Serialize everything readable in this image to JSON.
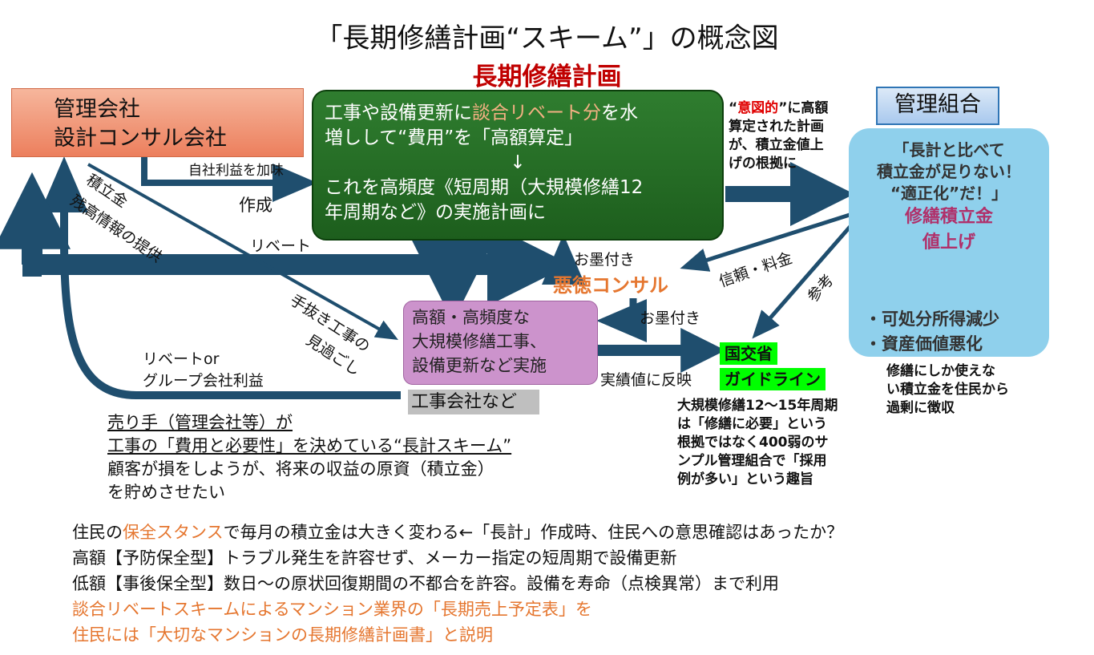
{
  "title": "「長期修繕計画“スキーム”」の概念図",
  "subtitle": "長期修繕計画",
  "mgmt_company": {
    "line1": "管理会社",
    "line2": "設計コンサル会社"
  },
  "plan_box": {
    "line1_pre": "工事や設備更新に",
    "line1_hl": "談合リベート分",
    "line1_post": "を水",
    "line2": "増しして“費用”を「高額算定」",
    "arrow": "↓",
    "line3": "これを高頻度《短周期（大規模修繕12",
    "line4": "年周期など》の実施計画に"
  },
  "association": {
    "label": "管理組合",
    "quote1": "「長計と比べて",
    "quote2": "積立金が足りない！",
    "quote3": "“適正化”だ！」",
    "raise1": "修繕積立金",
    "raise2": "値上げ",
    "effect1": "・可処分所得減少",
    "effect2": "・資産価値悪化"
  },
  "construction_box": {
    "line1": "高額・高頻度な",
    "line2": "大規模修繕工事、",
    "line3": "設備更新など実施"
  },
  "construction_company": "工事会社など",
  "consultant": {
    "endorse_top": "お墨付き",
    "name": "悪徳コンサル",
    "endorse_right": "お墨付き"
  },
  "ministry": {
    "line1": "国交省",
    "line2": "ガイドライン"
  },
  "labels": {
    "profit_add": "自社利益を加味",
    "create": "作成",
    "rebate": "リベート",
    "reserve_info": "積立金",
    "reserve_info2": "残高情報の提供",
    "overlook1": "手抜き工事の",
    "overlook2": "見過ごし",
    "rebate_or1": "リベートor",
    "rebate_or2": "グループ会社利益",
    "actual": "実績値に反映",
    "trust_fee": "信頼・料金",
    "reference": "参考"
  },
  "intent_note": {
    "q_open": "“",
    "intent": "意図的",
    "rest1": "”に高額",
    "rest2": "算定された計画",
    "rest3": "が、積立金値上",
    "rest4": "げの根拠に"
  },
  "excess_note": {
    "line1": "修繕にしか使えな",
    "line2": "い積立金を住民から",
    "line3": "過剰に徴収"
  },
  "guideline_note": {
    "line1": "大規模修繕12〜15年周期",
    "line2": "は「修繕に必要」という",
    "line3": "根拠ではなく400弱のサ",
    "line4": "ンプル管理組合で「採用",
    "line5": "例が多い」という趣旨"
  },
  "seller_note": {
    "line1": "売り手（管理会社等）が",
    "line2": "工事の「費用と必要性」を決めている“長計スキーム”",
    "line3": "顧客が損をしようが、将来の収益の原資（積立金）",
    "line4": "を貯めさせたい"
  },
  "bottom": {
    "l1_pre": "住民の",
    "l1_hl": "保全スタンス",
    "l1_post": "で毎月の積立金は大きく変わる←「長計」作成時、住民への意思確認はあったか？",
    "l2": "高額【予防保全型】トラブル発生を許容せず、メーカー指定の短周期で設備更新",
    "l3": "低額【事後保全型】数日〜の原状回復期間の不都合を許容。設備を寿命（点検異常）まで利用",
    "l4": "談合リベートスキームによるマンション業界の「長期売上予定表」を",
    "l5": "住民には「大切なマンションの長期修繕計画書」と説明"
  },
  "colors": {
    "arrow": "#1f4e6e",
    "red": "#c00000",
    "orange": "#e5762f",
    "green_box": "#266e26",
    "blue_box": "#8fd0ec",
    "pink_box": "#cc93cc",
    "salmon_box": "#ef8e6e",
    "highlight_green": "#00ff00"
  }
}
